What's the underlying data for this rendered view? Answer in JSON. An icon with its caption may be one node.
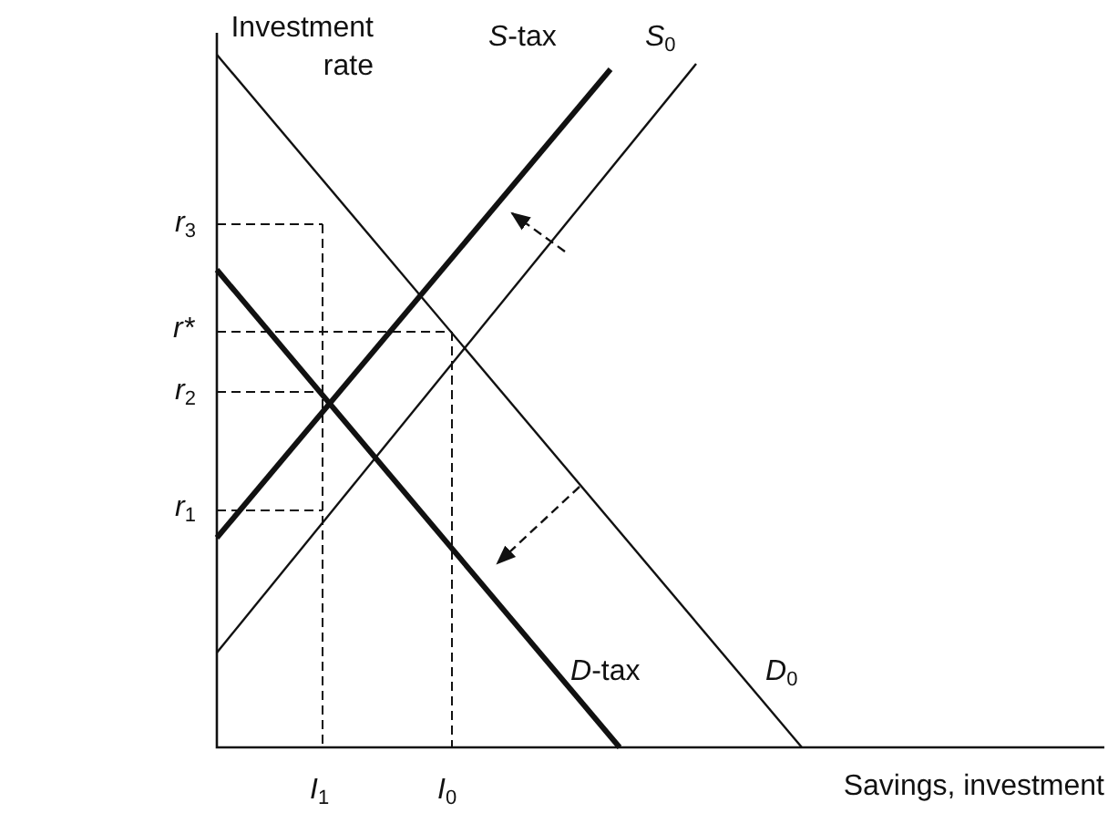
{
  "diagram": {
    "labels": [
      "Investment rate",
      "*S*-tax",
      "*S*$_{0}$",
      "*r*$_{3}$",
      "r*",
      "*r*$_{2}$",
      "*r*$_{1}$",
      "*D*-tax",
      "*D*$_{0}$",
      "*I*$_{1}$",
      "*I*$_{0}$",
      "Savings, investment"
    ]
  }
}
